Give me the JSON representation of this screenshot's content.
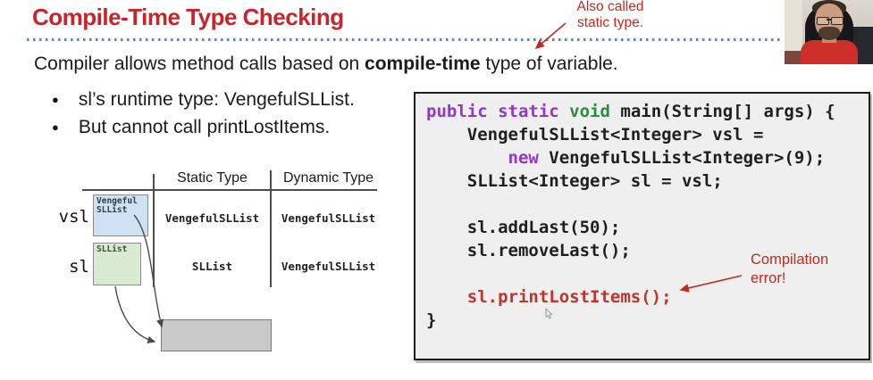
{
  "slide": {
    "title": "Compile-Time Type Checking",
    "annotation": [
      "Also called",
      "static type."
    ],
    "lead_pre": "Compiler allows method calls based on ",
    "lead_bold": "compile-time",
    "lead_post": " type of variable.",
    "bullets": [
      "sl’s runtime type: VengefulSLList.",
      "But cannot call printLostItems."
    ]
  },
  "diagram": {
    "col_headers": [
      "Static Type",
      "Dynamic Type"
    ],
    "row_labels": [
      "vsl",
      "sl"
    ],
    "vsl_box_label": [
      "Vengeful",
      "SLList"
    ],
    "sl_box_label": "SLList",
    "cells": {
      "vsl_static": "VengefulSLList",
      "vsl_dynamic": "VengefulSLList",
      "sl_static": "SLList",
      "sl_dynamic": "VengefulSLList"
    }
  },
  "code": {
    "lines": [
      [
        [
          "kw",
          "public static"
        ],
        [
          "pl",
          " "
        ],
        [
          "ty",
          "void"
        ],
        [
          "pl",
          " main(String[] args) {"
        ]
      ],
      [
        [
          "pl",
          "    VengefulSLList<Integer> vsl ="
        ]
      ],
      [
        [
          "pl",
          "        "
        ],
        [
          "kw",
          "new"
        ],
        [
          "pl",
          " VengefulSLList<Integer>(9);"
        ]
      ],
      [
        [
          "pl",
          "    SLList<Integer> sl = vsl;"
        ]
      ],
      [],
      [
        [
          "pl",
          "    sl.addLast(50);"
        ]
      ],
      [
        [
          "pl",
          "    sl.removeLast();"
        ]
      ],
      [],
      [
        [
          "err",
          "    sl.printLostItems();"
        ]
      ],
      [
        [
          "pl",
          "}"
        ]
      ]
    ],
    "error_note": [
      "Compilation",
      "error!"
    ]
  },
  "colors": {
    "title_red": "#c9232b",
    "annotation_red": "#c4281f",
    "keyword_purple": "#9336cc",
    "type_green": "#2e8b3d",
    "error_red": "#c0342b",
    "dotted_blue": "#4d87c6",
    "vsl_box_blue": "#cfe2f3",
    "sl_box_green": "#d9ead3",
    "object_box_gray": "#c9c9c9",
    "code_bg": "#efefef"
  }
}
